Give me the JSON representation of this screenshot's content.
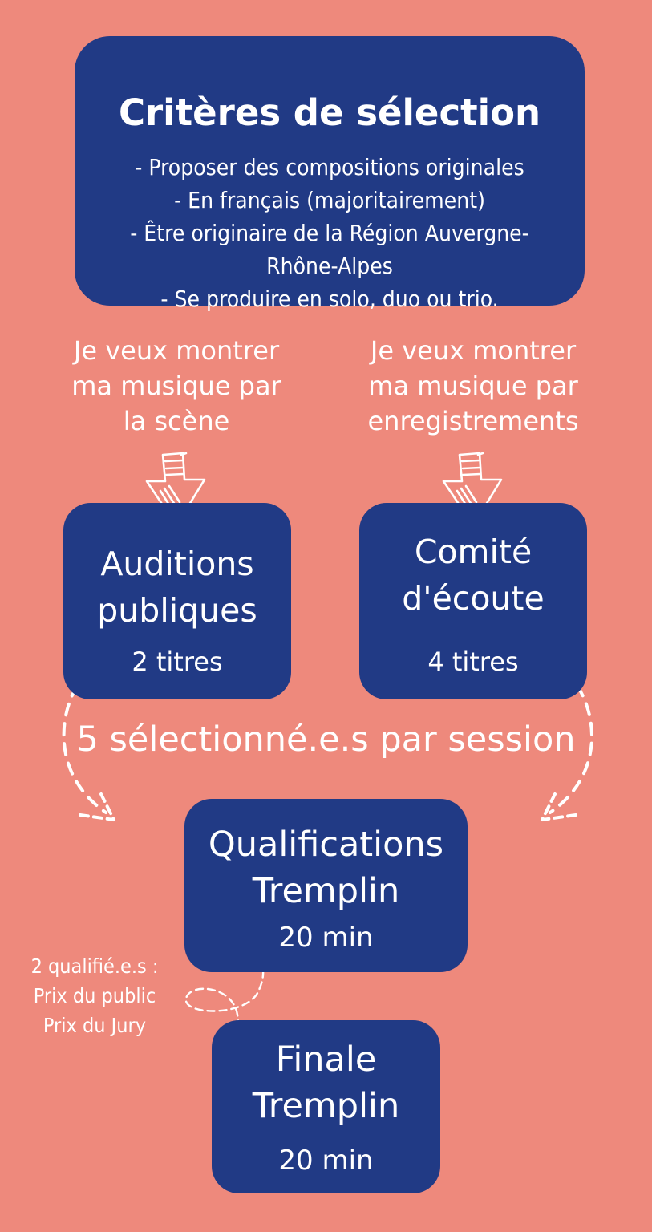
{
  "criteria": {
    "title": "Critères de sélection",
    "items": [
      "- Proposer des compositions originales",
      "- En français (majoritairement)",
      "- Être originaire de la Région Auvergne-",
      "Rhône-Alpes",
      "- Se produire en solo, duo ou trio."
    ]
  },
  "paths": {
    "left": [
      "Je veux montrer",
      "ma musique par",
      "la scène"
    ],
    "right": [
      "Je veux montrer",
      "ma musique par",
      "enregistrements"
    ]
  },
  "auditions": {
    "title_lines": [
      "Auditions",
      "publiques"
    ],
    "tracks": "2 titres"
  },
  "comite": {
    "title_lines": [
      "Comité",
      "d'écoute"
    ],
    "tracks": "4 titres"
  },
  "selected": "5 sélectionné.e.s par session",
  "qualifications": {
    "title_lines": [
      "Qualifications",
      "Tremplin"
    ],
    "duration": "20 min"
  },
  "qualified_note": [
    "2 qualifié.e.s :",
    "Prix du public",
    "Prix du Jury"
  ],
  "finale": {
    "title_lines": [
      "Finale",
      "Tremplin"
    ],
    "duration": "20 min"
  },
  "colors": {
    "background": "#ee897c",
    "box": "#213a85",
    "text": "#ffffff"
  }
}
